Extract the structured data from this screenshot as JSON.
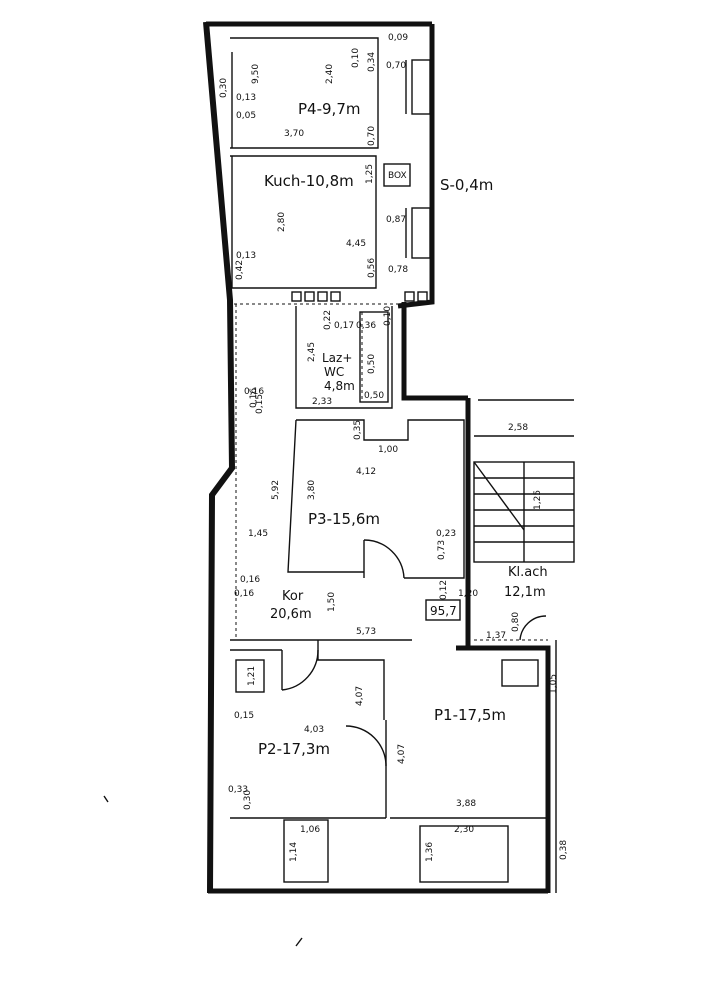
{
  "rooms": {
    "p4": "P4-9,7m",
    "kuch": "Kuch-10,8m",
    "s": "S-0,4m",
    "laz1": "Laz+",
    "laz2": "WC",
    "laz3": "4,8m",
    "p3": "P3-15,6m",
    "kor1": "Kor",
    "kor2": "20,6m",
    "klach1": "Kl.ach",
    "klach2": "12,1m",
    "p1": "P1-17,5m",
    "p2": "P2-17,3m",
    "total": "95,7"
  },
  "dims": {
    "d_009": "0,09",
    "d_240": "2,40",
    "d_010": "0,10",
    "d_034": "0,34",
    "d_070a": "0,70",
    "d_850": "9,50",
    "d_030a": "0,30",
    "d_013a": "0,13",
    "d_370": "3,70",
    "d_005": "0,05",
    "d_070b": "0,70",
    "d_125": "1,25",
    "box": "BOX",
    "d_280": "2,80",
    "d_445": "4,45",
    "d_087": "0,87",
    "d_013b": "0,13",
    "d_042": "0,42",
    "d_056": "0,56",
    "d_078": "0,78",
    "d_022": "0,22",
    "d_017": "0,17",
    "d_036": "0,36",
    "d_010b": "0,10",
    "d_245": "2,45",
    "d_050a": "0,50",
    "d_233": "2,33",
    "d_050b": "0,50",
    "d_016a": "0,16",
    "d_015a": "0,15",
    "d_035": "0,35",
    "d_100": "1,00",
    "d_412": "4,12",
    "d_380": "3,80",
    "d_592": "5,92",
    "d_145": "1,45",
    "d_023": "0,23",
    "d_073": "0,73",
    "d_016b": "0,16",
    "d_016c": "0,16",
    "d_150": "1,50",
    "d_012": "0,12",
    "d_020": "1,20",
    "d_573": "5,73",
    "d_258": "2,58",
    "d_125b": "1,25",
    "d_137": "1,37",
    "d_080": "0,80",
    "d_105": "1,05",
    "d_121": "1,21",
    "d_015b": "0,15",
    "d_403": "4,03",
    "d_407a": "4,07",
    "d_407b": "4,07",
    "d_033": "0,33",
    "d_030b": "0,30",
    "d_388": "3,88",
    "d_106": "1,06",
    "d_230": "2,30",
    "d_114": "1,14",
    "d_136": "1,36",
    "d_016d": "0,16",
    "d_038": "0,38"
  },
  "colors": {
    "ink": "#111111",
    "paper": "#ffffff"
  }
}
